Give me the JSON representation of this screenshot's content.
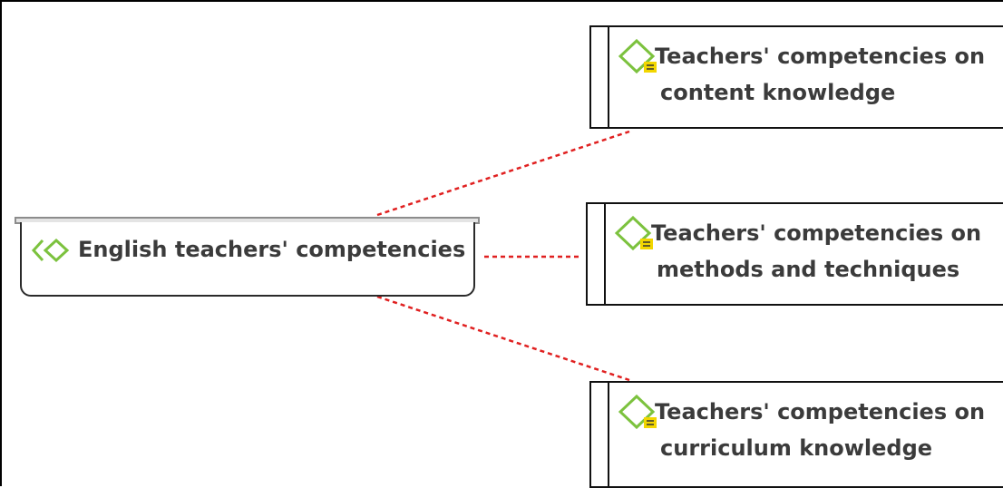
{
  "root": {
    "label": "English teachers' competencies",
    "icon": "code-group-icon"
  },
  "children": [
    {
      "line1": "Teachers' competencies on",
      "line2": "content knowledge",
      "icon": "code-with-memo-icon"
    },
    {
      "line1": "Teachers' competencies on",
      "line2": "methods and techniques",
      "icon": "code-with-memo-icon"
    },
    {
      "line1": "Teachers' competencies on",
      "line2": "curriculum knowledge",
      "icon": "code-with-memo-icon"
    }
  ],
  "colors": {
    "link": "#e02020",
    "icon_green": "#7cc23e",
    "memo_yellow": "#f2d600",
    "text": "#3b3b3b"
  }
}
